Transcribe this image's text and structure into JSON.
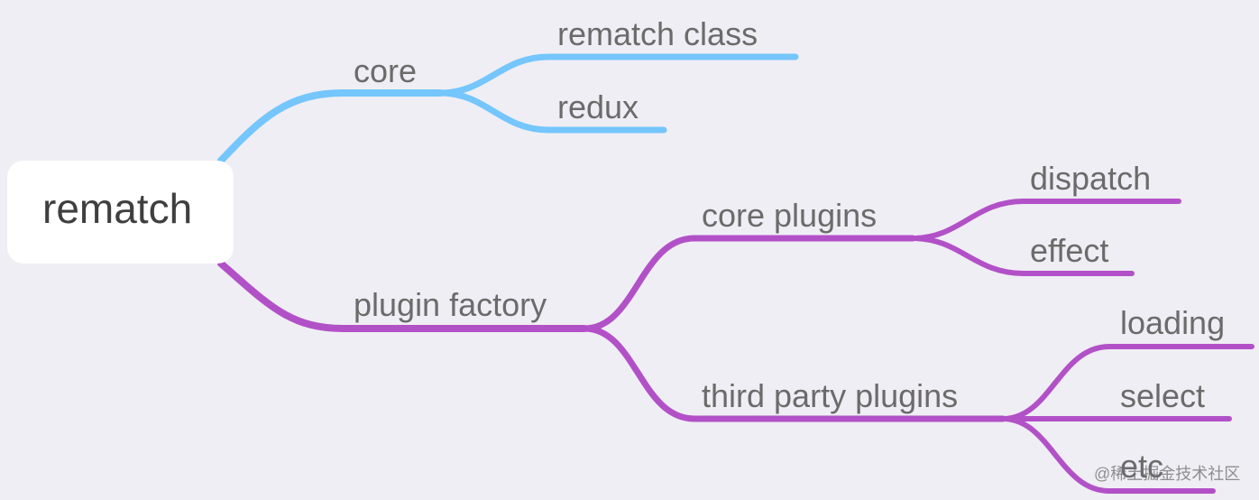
{
  "colors": {
    "background": "#efeef4",
    "blue_branch": "#74c6fc",
    "purple_branch": "#b251c7",
    "root_text": "#3f3f3f",
    "node_text": "#6b6b6b"
  },
  "root": {
    "label": "rematch"
  },
  "branches": {
    "core": {
      "label": "core",
      "children": [
        {
          "label": "rematch class"
        },
        {
          "label": "redux"
        }
      ]
    },
    "plugin_factory": {
      "label": "plugin factory",
      "children": [
        {
          "label": "core plugins",
          "children": [
            {
              "label": "dispatch"
            },
            {
              "label": "effect"
            }
          ]
        },
        {
          "label": "third party plugins",
          "children": [
            {
              "label": "loading"
            },
            {
              "label": "select"
            },
            {
              "label": "etc"
            }
          ]
        }
      ]
    }
  },
  "watermark": {
    "text": "@稀土掘金技术社区"
  }
}
